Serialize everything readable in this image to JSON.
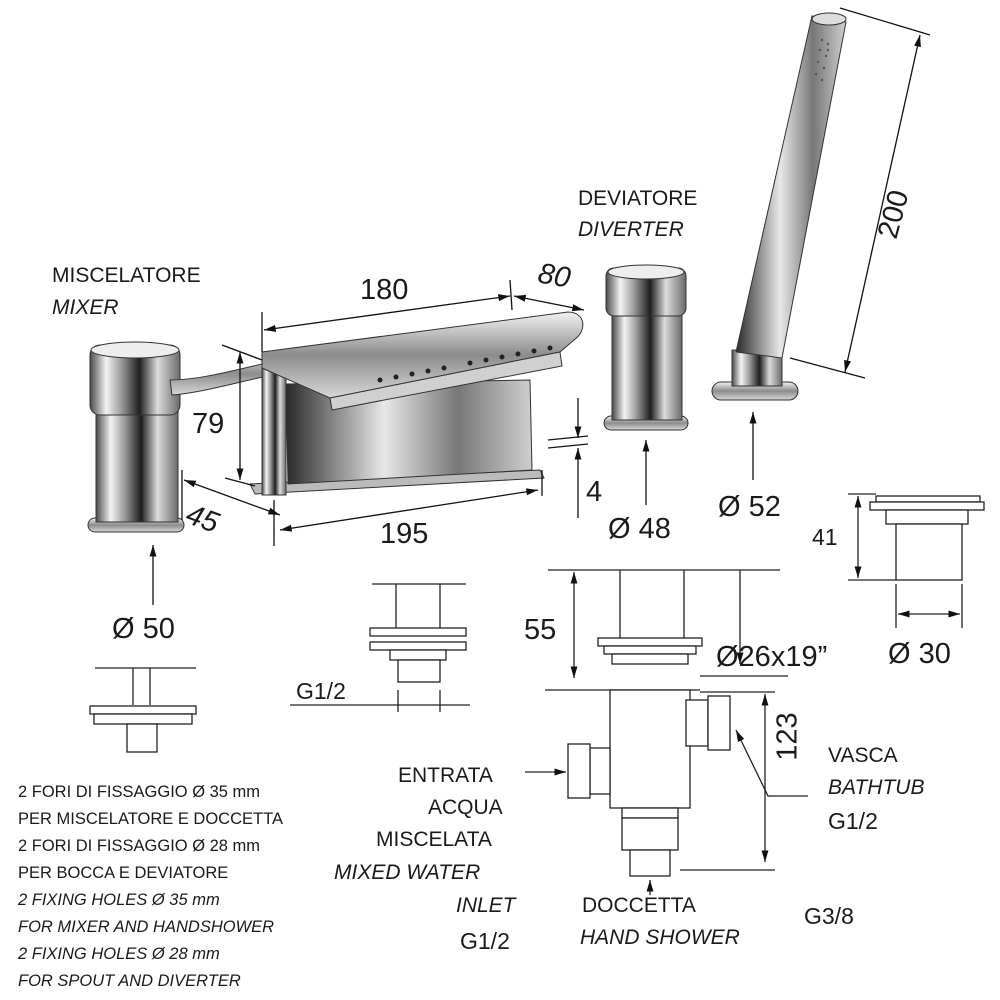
{
  "labels": {
    "mixer_it": "MISCELATORE",
    "mixer_en": "MIXER",
    "diverter_it": "DEVIATORE",
    "diverter_en": "DIVERTER",
    "inlet_it_1": "ENTRATA",
    "inlet_it_2": "ACQUA",
    "inlet_it_3": "MISCELATA",
    "inlet_en_1": "MIXED WATER",
    "inlet_en_2": "INLET",
    "inlet_thread": "G1/2",
    "bathtub_it": "VASCA",
    "bathtub_en": "BATHTUB",
    "bathtub_thread": "G1/2",
    "handshower_it": "DOCCETTA",
    "handshower_en": "HAND SHOWER",
    "handshower_thread": "G3/8"
  },
  "dimensions": {
    "spout_width": "180",
    "spout_depth": "80",
    "shower_length": "200",
    "spout_height": "79",
    "mixer_depth": "45",
    "spout_base": "195",
    "base_gap": "4",
    "mixer_dia": "Ø 50",
    "diverter_dia": "Ø 48",
    "shower_dia": "Ø 52",
    "spout_thread": "G1/2",
    "valve_height": "55",
    "valve_thread": "Ø26x19”",
    "body_height": "123",
    "shower_holder_height": "41",
    "shower_holder_dia": "Ø 30"
  },
  "notes": {
    "it_1": "2 FORI DI FISSAGGIO Ø 35 mm",
    "it_2": "PER MISCELATORE E DOCCETTA",
    "it_3": "2 FORI DI FISSAGGIO Ø 28 mm",
    "it_4": "PER BOCCA E DEVIATORE",
    "en_1": "2 FIXING HOLES Ø 35 mm",
    "en_2": "FOR MIXER AND HANDSHOWER",
    "en_3": "2 FIXING HOLES Ø 28 mm",
    "en_4": "FOR SPOUT AND DIVERTER"
  }
}
